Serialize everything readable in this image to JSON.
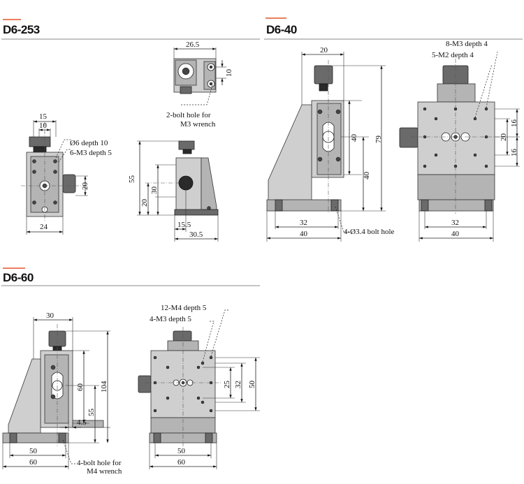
{
  "colors": {
    "accent": "#e2552b",
    "divider": "#888888"
  },
  "sections": {
    "d6_253": {
      "title": "D6-253",
      "top": {
        "width": "26.5",
        "slot": "10"
      },
      "top_note_1": "2-bolt hole for",
      "top_note_2": "M3 wrench",
      "front": {
        "w15": "15",
        "w10": "10",
        "right20": "20",
        "bottom24": "24"
      },
      "front_note_1": "Ø6 depth 10",
      "front_note_2": "6-M3 depth 5",
      "side": {
        "h55": "55",
        "h30": "30",
        "h20": "20",
        "w15_5": "15.5",
        "w30_5": "30.5"
      }
    },
    "d6_40": {
      "title": "D6-40",
      "side": {
        "top20": "20",
        "h40a": "40",
        "h40b": "40",
        "h79": "79",
        "w32": "32",
        "w40": "40"
      },
      "side_note": "4-Ø3.4 bolt hole",
      "front_note_1": "8-M3 depth 4",
      "front_note_2": "5-M2 depth 4",
      "front": {
        "r16a": "16",
        "r20": "20",
        "r16b": "16",
        "w32": "32",
        "w40": "40"
      }
    },
    "d6_60": {
      "title": "D6-60",
      "side": {
        "top30": "30",
        "h60": "60",
        "h55": "55",
        "h104": "104",
        "w4_5": "4.5",
        "w50": "50",
        "w60": "60"
      },
      "side_note_1": "4-bolt hole for",
      "side_note_2": "M4 wrench",
      "front_note_1": "12-M4 depth 5",
      "front_note_2": "4-M3 depth 5",
      "front": {
        "r25": "25",
        "r32": "32",
        "r50": "50",
        "w50": "50",
        "w60": "60"
      }
    }
  }
}
